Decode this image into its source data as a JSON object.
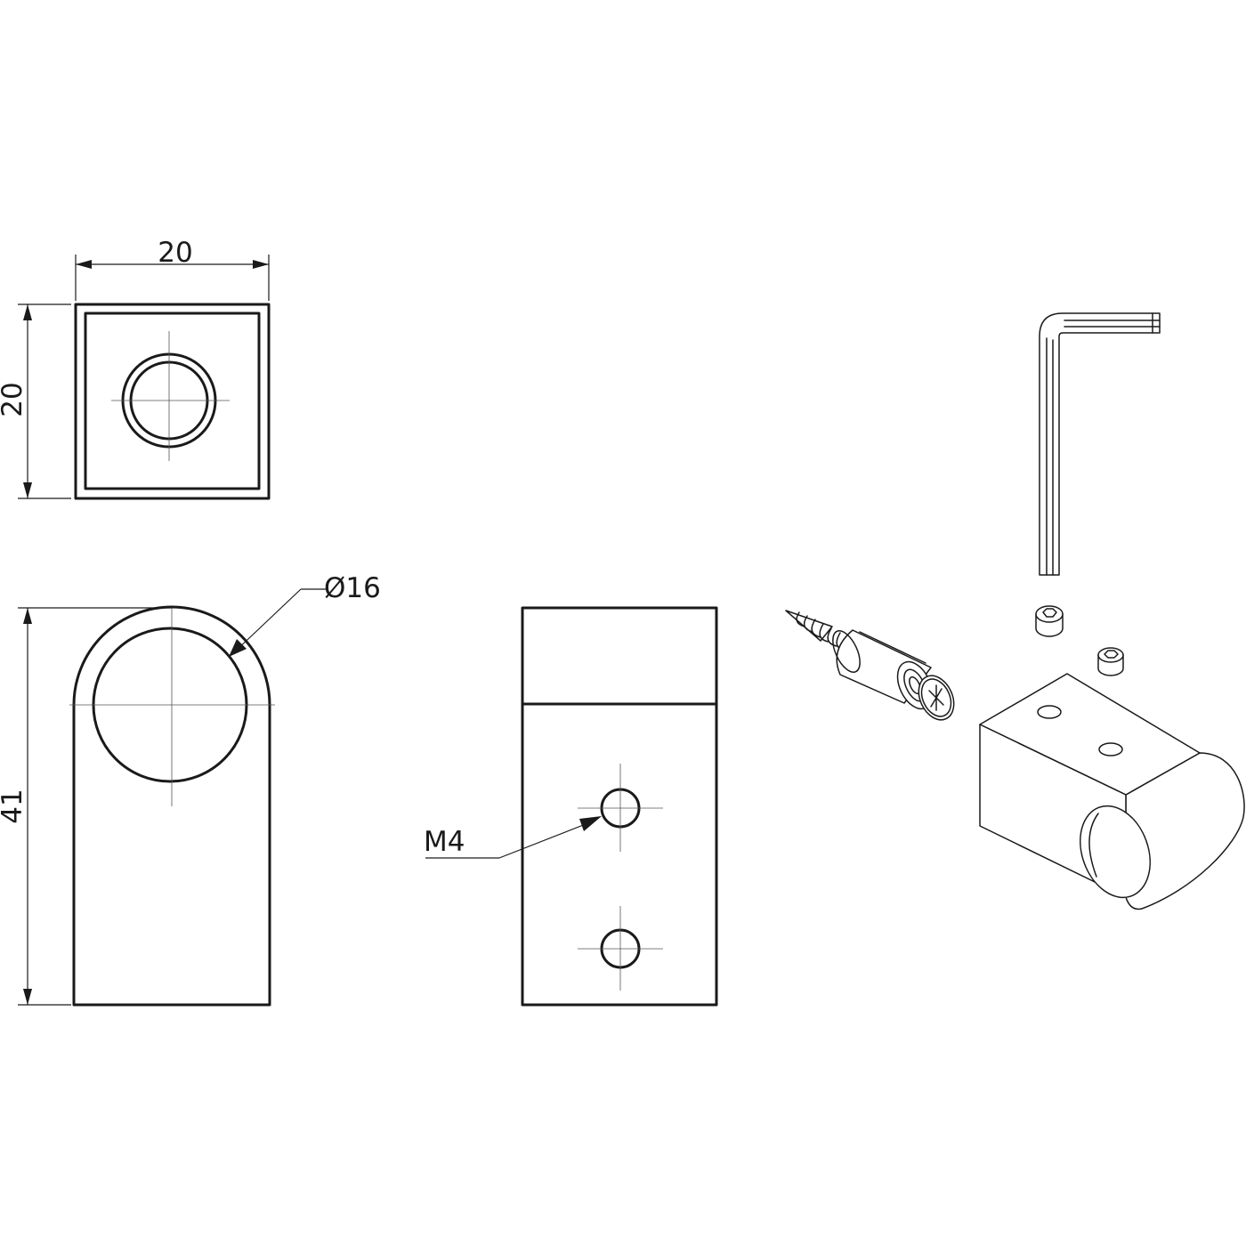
{
  "dimensions": {
    "top_width": "20",
    "top_height": "20",
    "front_height": "41",
    "bore_diameter": "Ø16",
    "thread": "M4"
  }
}
